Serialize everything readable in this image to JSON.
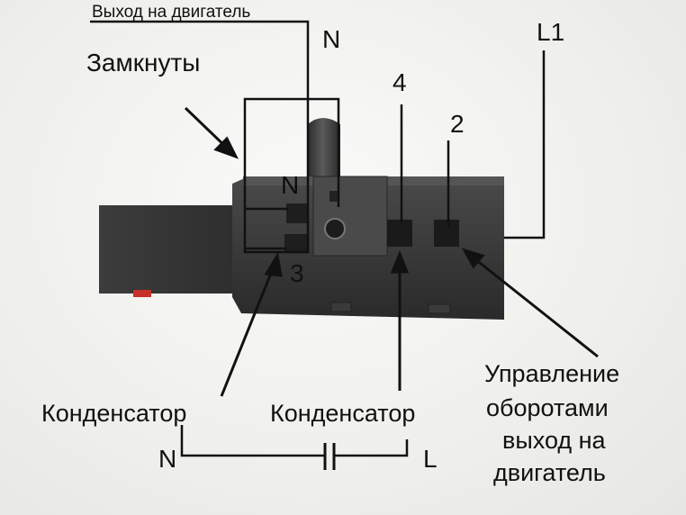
{
  "labels": {
    "motor_output_top": "Выход на двигатель",
    "n_top": "N",
    "closed": "Замкнуты",
    "l1": "L1",
    "pin4": "4",
    "pin2": "2",
    "n_terminal": "N",
    "pin3": "3",
    "control_line1": "Управление",
    "control_line2": "оборотами",
    "control_line3": "выход на",
    "control_line4": "двигатель",
    "capacitor_left": "Конденсатор",
    "capacitor_right": "Конденсатор",
    "n_bottom": "N",
    "l_bottom": "L"
  }
}
